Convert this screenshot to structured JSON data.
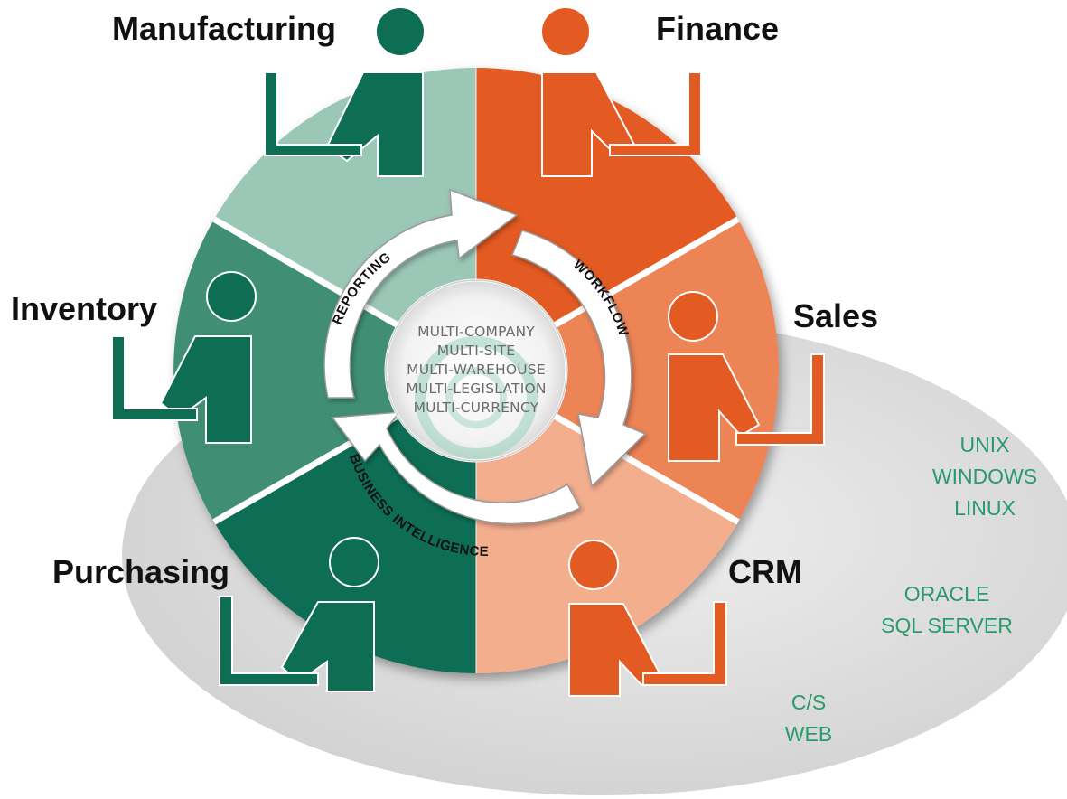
{
  "modules": {
    "manufacturing": "Manufacturing",
    "finance": "Finance",
    "inventory": "Inventory",
    "sales": "Sales",
    "purchasing": "Purchasing",
    "crm": "CRM"
  },
  "center": {
    "line1": "MULTI-COMPANY",
    "line2": "MULTI-SITE",
    "line3": "MULTI-WAREHOUSE",
    "line4": "MULTI-LEGISLATION",
    "line5": "MULTI-CURRENCY"
  },
  "arrows": {
    "reporting": "REPORTING",
    "workflow": "WORKFLOW",
    "business_intelligence": "BUSINESS INTELLIGENCE"
  },
  "platforms": {
    "os": [
      "UNIX",
      "WINDOWS",
      "LINUX"
    ],
    "db": [
      "ORACLE",
      "SQL SERVER"
    ],
    "arch": [
      "C/S",
      "WEB"
    ]
  },
  "colors": {
    "green_dark": "#0e6e54",
    "green_mid": "#3f8f74",
    "green_light": "#9bc7b7",
    "orange_dark": "#e35a22",
    "orange_mid": "#ec8456",
    "orange_light": "#f3ae8e",
    "platform_text": "#2a9a6e",
    "ellipse": "#d8d8d8"
  }
}
